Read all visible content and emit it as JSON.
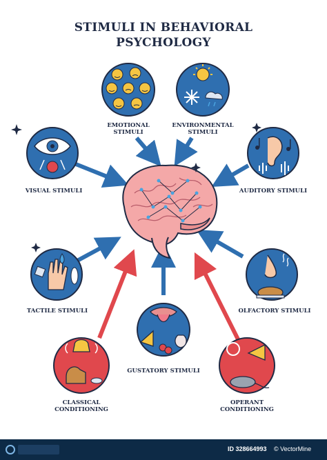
{
  "title": {
    "line1": "STIMULI IN BEHAVIORAL",
    "line2": "PSYCHOLOGY"
  },
  "labels": {
    "emotional": [
      "EMOTIONAL",
      "STIMULI"
    ],
    "environmental": [
      "ENVIRONMENTAL",
      "STIMULI"
    ],
    "visual": "VISUAL STIMULI",
    "auditory": "AUDITORY STIMULI",
    "tactile": "TACTILE STIMULI",
    "olfactory": "OLFACTORY STIMULI",
    "gustatory": "GUSTATORY STIMULI",
    "classical": [
      "CLASSICAL",
      "CONDITIONING"
    ],
    "operant": [
      "OPERANT",
      "CONDITIONING"
    ]
  },
  "footer": {
    "id": "ID 328664993",
    "copyright": "© VectorMine"
  },
  "colors": {
    "navy": "#1f2a44",
    "blue": "#2f6fb0",
    "red": "#e0484d",
    "brain": "#f4a8a8",
    "accent": "#4aa3df"
  }
}
